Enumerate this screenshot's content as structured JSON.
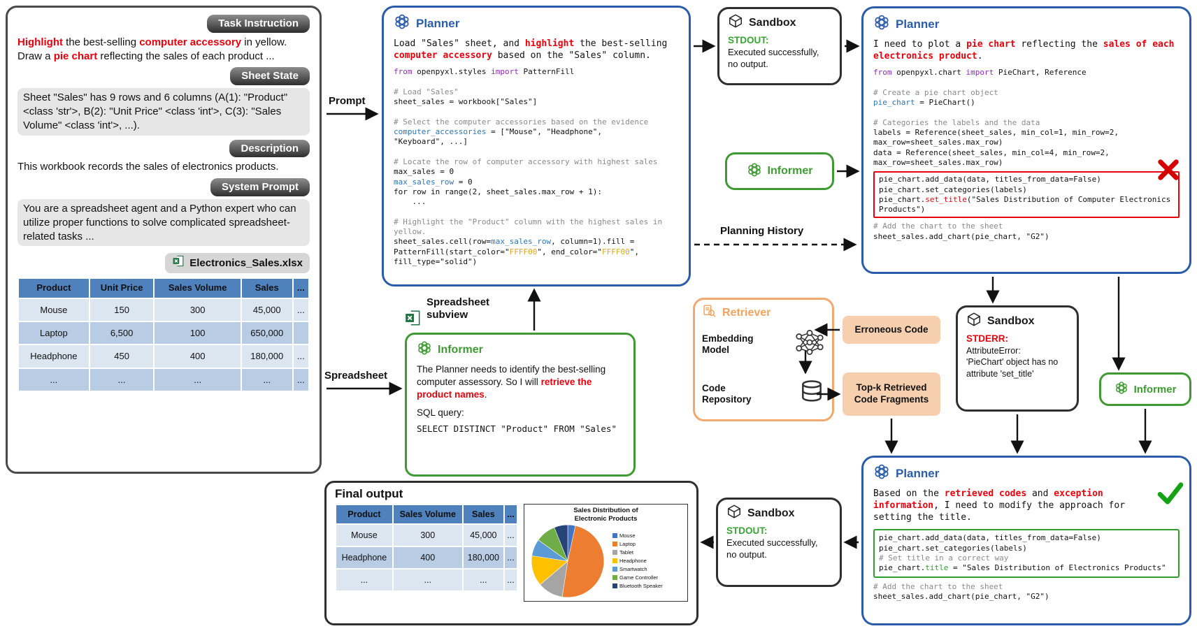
{
  "flow_labels": {
    "prompt": "Prompt",
    "spreadsheet": "Spreadsheet",
    "planning_history": "Planning History",
    "spreadsheet_subview": "Spreadsheet\nsubview"
  },
  "left_panel": {
    "task_instruction": {
      "title": "Task Instruction",
      "segments": [
        {
          "t": "Highlight",
          "c": "hl"
        },
        {
          "t": " the best-selling "
        },
        {
          "t": "computer accessory",
          "c": "hl"
        },
        {
          "t": " in yellow. Draw a "
        },
        {
          "t": "pie chart",
          "c": "hl"
        },
        {
          "t": " reflecting the sales of each product ..."
        }
      ]
    },
    "sheet_state": {
      "title": "Sheet State",
      "text": "Sheet \"Sales\" has 9 rows and 6 columns (A(1): \"Product\" <class 'str'>, B(2): \"Unit Price\" <class 'int'>, C(3): \"Sales Volume\" <class 'int'>, ...)."
    },
    "description": {
      "title": "Description",
      "text": "This workbook records the sales of electronics products."
    },
    "system_prompt": {
      "title": "System Prompt",
      "text": "You are a spreadsheet agent and a Python expert who can utilize proper functions to solve complicated spreadsheet-related tasks ..."
    },
    "file_name": "Electronics_Sales.xlsx",
    "table": {
      "headers": [
        "Product",
        "Unit Price",
        "Sales Volume",
        "Sales",
        "..."
      ],
      "rows": [
        [
          "Mouse",
          "150",
          "300",
          "45,000",
          "..."
        ],
        [
          "Laptop",
          "6,500",
          "100",
          "650,000",
          ""
        ],
        [
          "Headphone",
          "450",
          "400",
          "180,000",
          "..."
        ],
        [
          "...",
          "...",
          "...",
          "...",
          "..."
        ]
      ]
    }
  },
  "planner1": {
    "title": "Planner",
    "prose": [
      {
        "t": "Load \"Sales\" sheet, and "
      },
      {
        "t": "highlight",
        "c": "hl"
      },
      {
        "t": " the best-selling "
      },
      {
        "t": "computer accessory",
        "c": "hl"
      },
      {
        "t": " based on the \"Sales\" column."
      }
    ],
    "code": [
      {
        "t": "from",
        "c": "kw"
      },
      {
        "t": " openpyxl.styles "
      },
      {
        "t": "import",
        "c": "kw"
      },
      {
        "t": " PatternFill\n\n"
      },
      {
        "t": "# Load \"Sales\"\n",
        "c": "cm"
      },
      {
        "t": "sheet_sales = workbook[\"Sales\"]\n\n"
      },
      {
        "t": "# Select the computer accessories based on the evidence\n",
        "c": "cm"
      },
      {
        "t": "computer_accessories",
        "c": "bl"
      },
      {
        "t": " = [\"Mouse\", \"Headphone\",\n\"Keyboard\", ...]\n\n"
      },
      {
        "t": "# Locate the row of computer accessory with highest sales\n",
        "c": "cm"
      },
      {
        "t": "max_sales = 0\n"
      },
      {
        "t": "max_sales_row",
        "c": "bl"
      },
      {
        "t": " = 0\n"
      },
      {
        "t": "for row in range(2, sheet_sales.max_row + 1):\n    ...\n\n"
      },
      {
        "t": "# Highlight the \"Product\" column with the highest sales in yellow.\n",
        "c": "cm"
      },
      {
        "t": "sheet_sales.cell(row="
      },
      {
        "t": "max_sales_row",
        "c": "bl"
      },
      {
        "t": ", column=1).fill =\nPatternFill(start_color=\""
      },
      {
        "t": "FFFF00",
        "c": "yl"
      },
      {
        "t": "\", end_color=\""
      },
      {
        "t": "FFFF00",
        "c": "yl"
      },
      {
        "t": "\",\nfill_type=\"solid\")"
      }
    ]
  },
  "sandbox1": {
    "title": "Sandbox",
    "status_label": "STDOUT:",
    "status_text": "Executed successfully,\nno output."
  },
  "planner2": {
    "title": "Planner",
    "prose": [
      {
        "t": "I need to plot a "
      },
      {
        "t": "pie chart",
        "c": "hl"
      },
      {
        "t": " reflecting the "
      },
      {
        "t": "sales of each electronics product",
        "c": "hl"
      },
      {
        "t": "."
      }
    ],
    "code_top": [
      {
        "t": "from",
        "c": "kw"
      },
      {
        "t": " openpyxl.chart "
      },
      {
        "t": "import",
        "c": "kw"
      },
      {
        "t": " PieChart, Reference\n\n"
      },
      {
        "t": "# Create a pie chart object\n",
        "c": "cm"
      },
      {
        "t": "pie_chart",
        "c": "bl"
      },
      {
        "t": " = PieChart()\n\n"
      },
      {
        "t": "# Categories the labels and the data\n",
        "c": "cm"
      },
      {
        "t": "labels = Reference(sheet_sales, min_col=1, min_row=2,\nmax_row=sheet_sales.max_row)\ndata = Reference(sheet_sales, min_col=4, min_row=2,\nmax_row=sheet_sales.max_row)"
      }
    ],
    "code_error": [
      {
        "t": "pie_chart.add_data(data, titles_from_data=False)\npie_chart.set_categories(labels)\npie_chart."
      },
      {
        "t": "set_title",
        "c": "rd"
      },
      {
        "t": "(\"Sales Distribution of Computer Electronics\nProducts\")"
      }
    ],
    "code_bottom": [
      {
        "t": "# Add the chart to the sheet\n",
        "c": "cm"
      },
      {
        "t": "sheet_sales.add_chart(pie_chart, \"G2\")"
      }
    ]
  },
  "informer_mid": {
    "title": "Informer"
  },
  "retriever": {
    "title": "Retriever",
    "embedding_label": "Embedding Model",
    "repository_label": "Code Repository"
  },
  "erroneous_code_label": "Erroneous Code",
  "topk_label": "Top-k Retrieved Code Fragments",
  "sandbox2": {
    "title": "Sandbox",
    "status_label": "STDERR:",
    "status_text": "AttributeError:\n'PieChart' object has no\nattribute 'set_title'"
  },
  "informer_right": {
    "title": "Informer"
  },
  "informer_bottom": {
    "title": "Informer",
    "prose": [
      {
        "t": "The Planner needs to identify the best-selling computer assessory. So I will "
      },
      {
        "t": "retrieve the product names",
        "c": "hl"
      },
      {
        "t": "."
      }
    ],
    "sql_label": "SQL query:",
    "sql": "SELECT DISTINCT \"Product\" FROM \"Sales\""
  },
  "final_output": {
    "title": "Final output",
    "table": {
      "headers": [
        "Product",
        "Sales Volume",
        "Sales",
        "..."
      ],
      "rows": [
        [
          "Mouse",
          "300",
          "45,000",
          "..."
        ],
        [
          {
            "t": "Headphone",
            "c": "hl-yellow"
          },
          "400",
          "180,000",
          "..."
        ],
        [
          "...",
          "...",
          "...",
          "..."
        ]
      ]
    }
  },
  "sandbox3": {
    "title": "Sandbox",
    "status_label": "STDOUT:",
    "status_text": "Executed successfully,\nno output."
  },
  "planner3": {
    "title": "Planner",
    "prose": [
      {
        "t": "Based on the "
      },
      {
        "t": "retrieved codes",
        "c": "hl"
      },
      {
        "t": " and "
      },
      {
        "t": "exception information",
        "c": "hl"
      },
      {
        "t": ", I need to modify the approach for setting the title."
      }
    ],
    "code_fixed": [
      {
        "t": "pie_chart.add_data(data, titles_from_data=False)\npie_chart.set_categories(labels)\n"
      },
      {
        "t": "# Set title in a correct way\n",
        "c": "cm"
      },
      {
        "t": "pie_chart."
      },
      {
        "t": "title",
        "c": "gn"
      },
      {
        "t": " = \"Sales Distribution of Electronics Products\""
      }
    ],
    "code_bottom": [
      {
        "t": "# Add the chart to the sheet\n",
        "c": "cm"
      },
      {
        "t": "sheet_sales.add_chart(pie_chart, \"G2\")"
      }
    ]
  },
  "chart_data": {
    "type": "pie",
    "title": "Sales Distribution of\nElectronic Products",
    "categories": [
      "Mouse",
      "Laptop",
      "Tablet",
      "Headphone",
      "Smartwatch",
      "Game Controller",
      "Bluetooth Speaker"
    ],
    "values": [
      45000,
      650000,
      150000,
      180000,
      100000,
      120000,
      80000
    ],
    "colors": [
      "#4472c4",
      "#ed7d31",
      "#a5a5a5",
      "#ffc000",
      "#5b9bd5",
      "#70ad47",
      "#264478"
    ],
    "legend_position": "right"
  }
}
